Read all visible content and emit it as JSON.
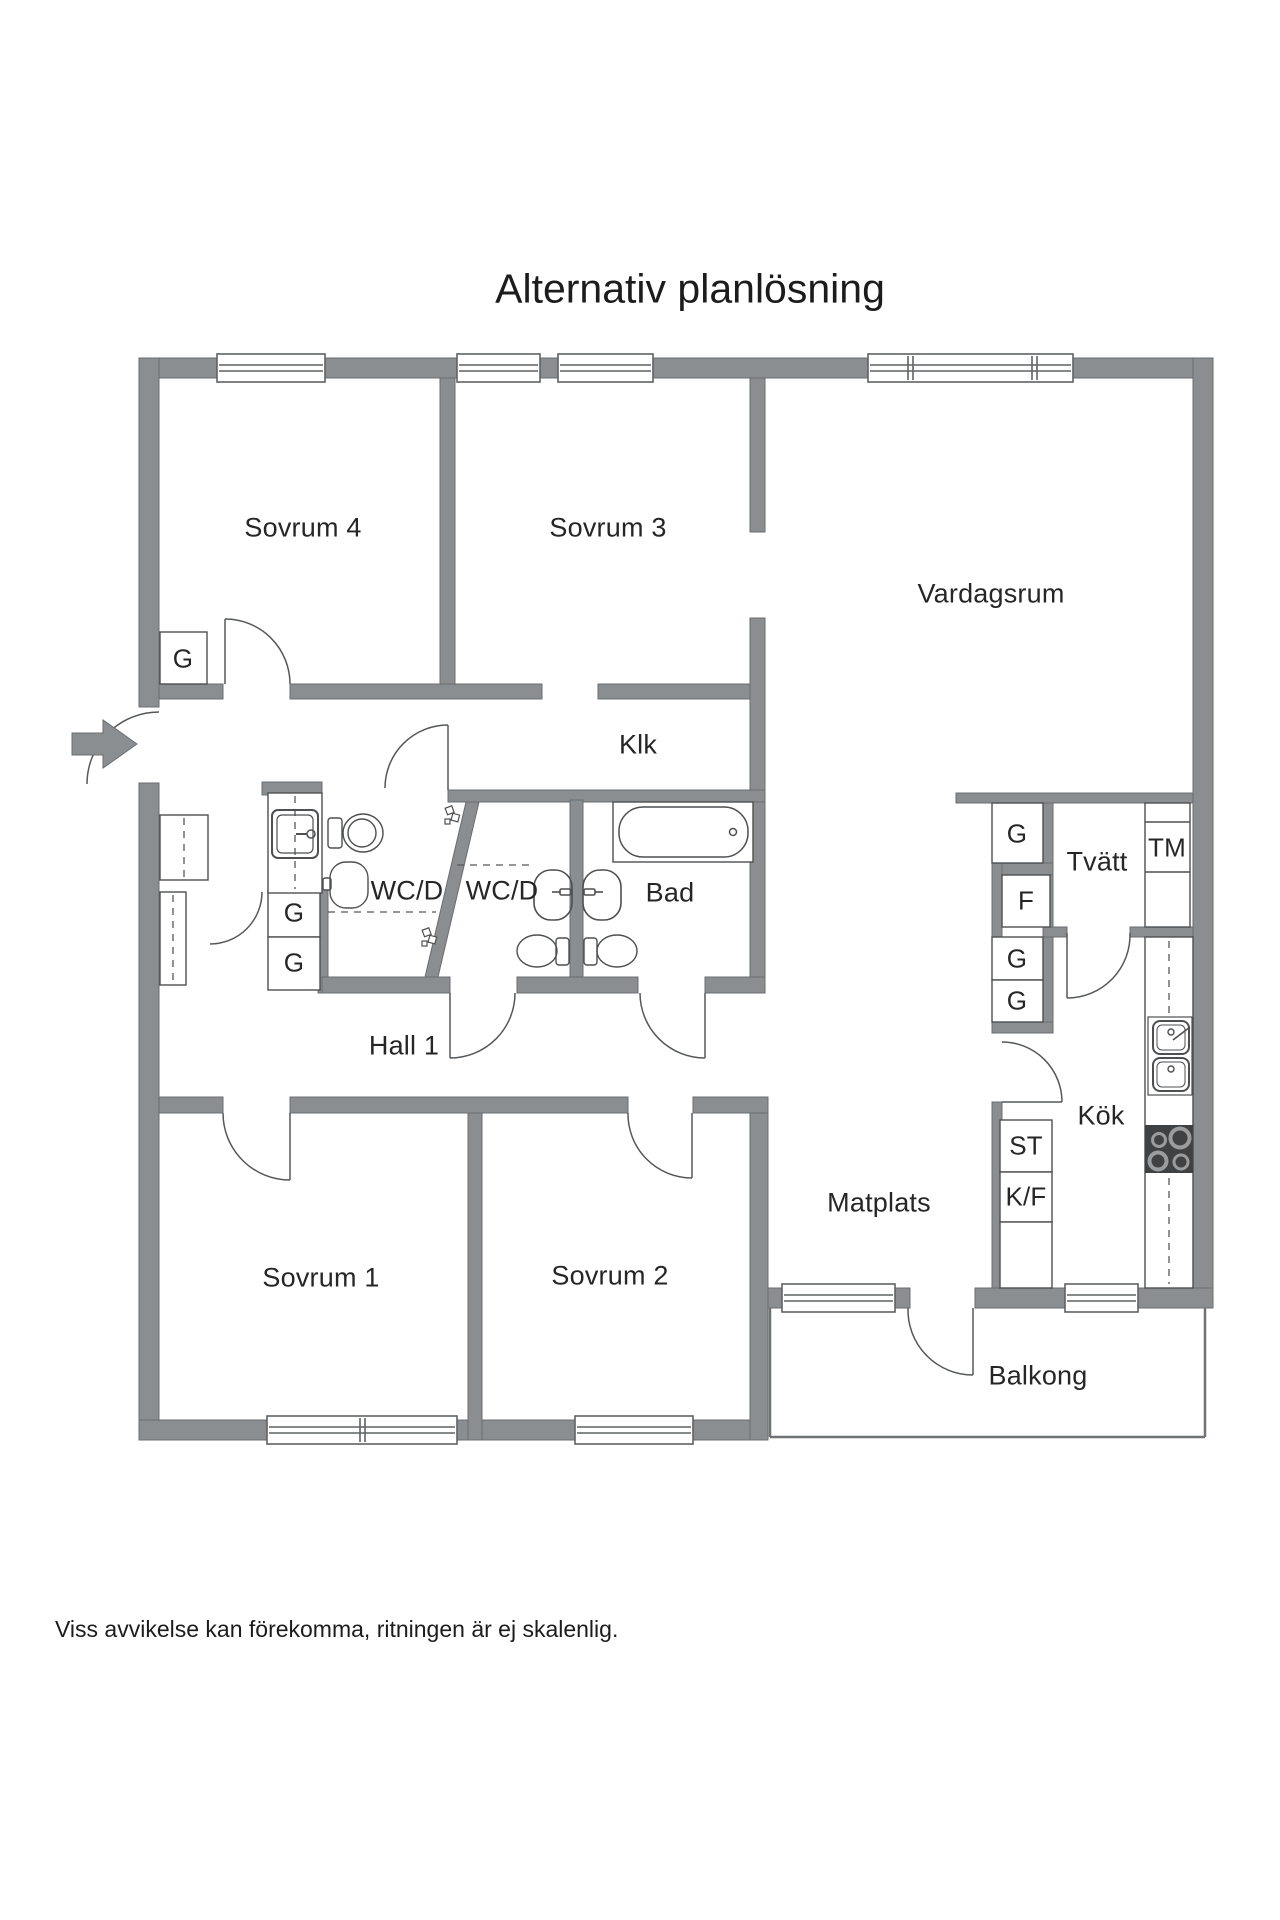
{
  "title": "Alternativ planlösning",
  "footer": "Viss avvikelse kan förekomma, ritningen är ej skalenlig.",
  "rooms": {
    "sovrum4": "Sovrum 4",
    "sovrum3": "Sovrum 3",
    "vardagsrum": "Vardagsrum",
    "klk": "Klk",
    "wcd1": "WC/D",
    "wcd2": "WC/D",
    "bad": "Bad",
    "hall1": "Hall 1",
    "tvatt": "Tvätt",
    "kok": "Kök",
    "matplats": "Matplats",
    "sovrum1": "Sovrum 1",
    "sovrum2": "Sovrum 2",
    "balkong": "Balkong"
  },
  "closets": {
    "g_sovrum4": "G",
    "g_hall_top": "G",
    "g_hall_bottom": "G",
    "g_laundry": "G",
    "f_laundry": "F",
    "g_kitchen_top": "G",
    "g_kitchen_bottom": "G",
    "tm": "TM",
    "st": "ST",
    "kf": "K/F"
  },
  "colors": {
    "wall": "#8b8e90",
    "wall_outline": "#6a6d6f",
    "fixture_line": "#4d4f51",
    "stove": "#3f4142",
    "text": "#262626"
  }
}
